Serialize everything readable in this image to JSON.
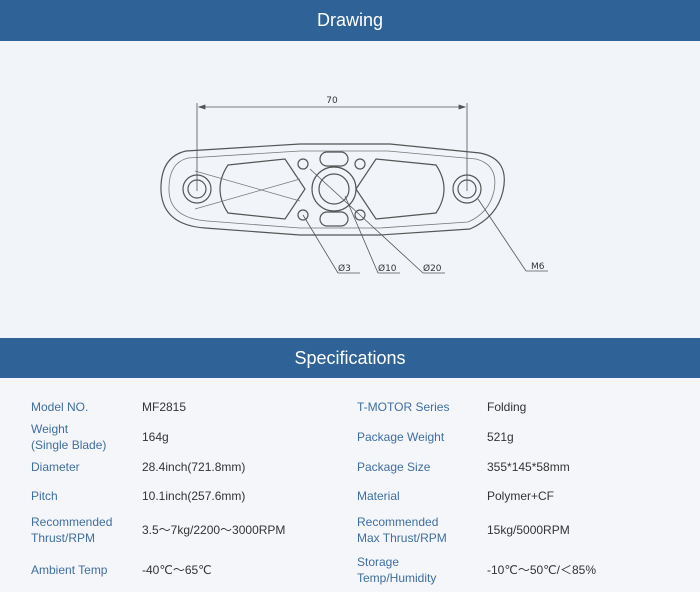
{
  "drawing": {
    "title": "Drawing",
    "dimensions": {
      "length": "70",
      "small_hole": "Ø3",
      "center_hole": "Ø10",
      "hub_circle": "Ø20",
      "thread": "M6"
    }
  },
  "specifications": {
    "title": "Specifications",
    "rows": [
      {
        "label_left": "Model NO.",
        "value_left": "MF2815",
        "label_right": "T-MOTOR Series",
        "value_right": "Folding"
      },
      {
        "label_left": "Weight\n(Single Blade)",
        "value_left": "164g",
        "label_right": "Package Weight",
        "value_right": "521g"
      },
      {
        "label_left": "Diameter",
        "value_left": "28.4inch(721.8mm)",
        "label_right": "Package Size",
        "value_right": "355*145*58mm"
      },
      {
        "label_left": "Pitch",
        "value_left": "10.1inch(257.6mm)",
        "label_right": "Material",
        "value_right": "Polymer+CF"
      },
      {
        "label_left": "Recommended\nThrust/RPM",
        "value_left": "3.5～7kg/2200～3000RPM",
        "label_right": "Recommended\nMax Thrust/RPM",
        "value_right": "15kg/5000RPM"
      },
      {
        "label_left": "Ambient Temp",
        "value_left": "-40℃～65℃",
        "label_right": "Storage\nTemp/Humidity",
        "value_right": "-10℃～50℃/＜85%"
      }
    ]
  }
}
